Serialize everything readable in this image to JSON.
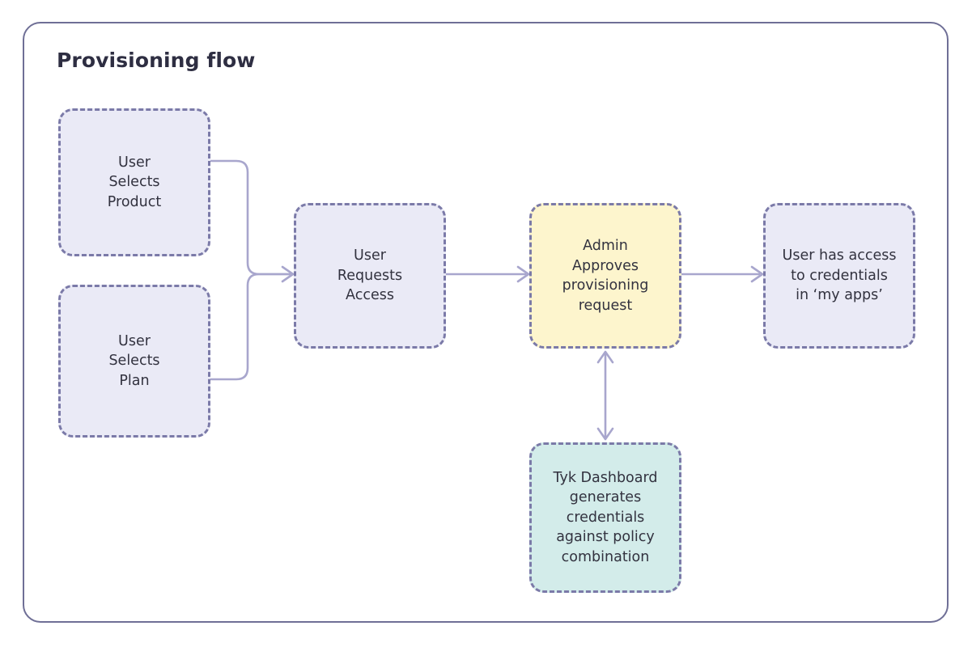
{
  "diagram": {
    "title": "Provisioning flow",
    "colors": {
      "frame_border": "#6f6f96",
      "node_border": "#7b7aa8",
      "connector": "#a8a6cd",
      "title_text": "#2e2e42",
      "node_text": "#32323f",
      "fill_lavender": "#eaeaf6",
      "fill_yellow": "#fdf5cd",
      "fill_teal": "#d3ecea",
      "background": "#ffffff"
    },
    "nodes": [
      {
        "id": "user-selects-product",
        "label": "User\nSelects\nProduct",
        "fill": "lavender"
      },
      {
        "id": "user-selects-plan",
        "label": "User\nSelects\nPlan",
        "fill": "lavender"
      },
      {
        "id": "user-requests-access",
        "label": "User\nRequests\nAccess",
        "fill": "lavender"
      },
      {
        "id": "admin-approves",
        "label": "Admin\nApproves\nprovisioning\nrequest",
        "fill": "yellow"
      },
      {
        "id": "user-has-access",
        "label": "User has access\nto credentials\nin ‘my apps’",
        "fill": "lavender"
      },
      {
        "id": "tyk-dashboard",
        "label": "Tyk Dashboard\ngenerates\ncredentials\nagainst policy\ncombination",
        "fill": "teal"
      }
    ],
    "edges": [
      {
        "id": "edge-product-to-request",
        "from": "user-selects-product",
        "to": "user-requests-access",
        "arrows": "end"
      },
      {
        "id": "edge-plan-to-request",
        "from": "user-selects-plan",
        "to": "user-requests-access",
        "arrows": "end"
      },
      {
        "id": "edge-request-to-admin",
        "from": "user-requests-access",
        "to": "admin-approves",
        "arrows": "end"
      },
      {
        "id": "edge-admin-to-access",
        "from": "admin-approves",
        "to": "user-has-access",
        "arrows": "end"
      },
      {
        "id": "edge-admin-tyk",
        "from": "admin-approves",
        "to": "tyk-dashboard",
        "arrows": "both"
      }
    ]
  }
}
